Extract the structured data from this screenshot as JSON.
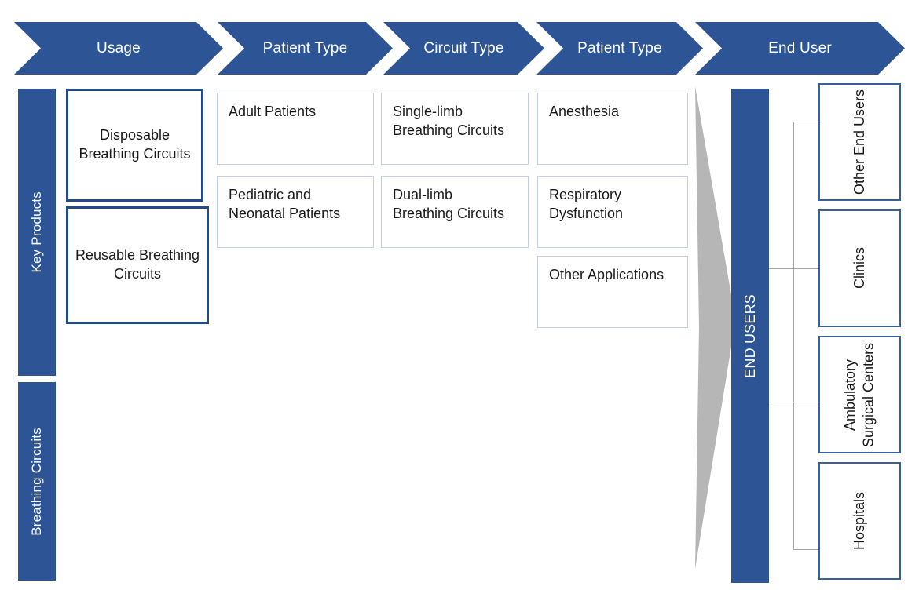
{
  "colors": {
    "brand_blue": "#2d5495",
    "box_border_dark": "#214a86",
    "box_border_light": "#c3d0e4",
    "box_border_rot": "#3b6099",
    "funnel_gray": "#b6b6b6",
    "connector_gray": "#a6a6a6",
    "text_dark": "#1a1a1a",
    "text_light": "#ffffff"
  },
  "header": {
    "stages": [
      {
        "label": "Usage"
      },
      {
        "label": "Patient Type"
      },
      {
        "label": "Circuit Type"
      },
      {
        "label": "Patient Type"
      },
      {
        "label": "End User"
      }
    ]
  },
  "side_bars": [
    {
      "label": "Key Products"
    },
    {
      "label": "Breathing Circuits"
    }
  ],
  "columns": {
    "usage": [
      {
        "label": "Disposable Breathing Circuits"
      },
      {
        "label": "Reusable Breathing Circuits"
      }
    ],
    "patient_type": [
      {
        "label": "Adult Patients"
      },
      {
        "label": "Pediatric and Neonatal Patients"
      }
    ],
    "circuit_type": [
      {
        "label": "Single-limb Breathing Circuits"
      },
      {
        "label": "Dual-limb Breathing Circuits"
      }
    ],
    "application": [
      {
        "label": "Anesthesia"
      },
      {
        "label": "Respiratory Dysfunction"
      },
      {
        "label": "Other Applications"
      }
    ]
  },
  "end_user_bar": {
    "label": "END USERS"
  },
  "end_users": [
    {
      "label": "Other End Users"
    },
    {
      "label": "Clinics"
    },
    {
      "label": "Ambulatory Surgical Centers"
    },
    {
      "label": "Hospitals"
    }
  ]
}
